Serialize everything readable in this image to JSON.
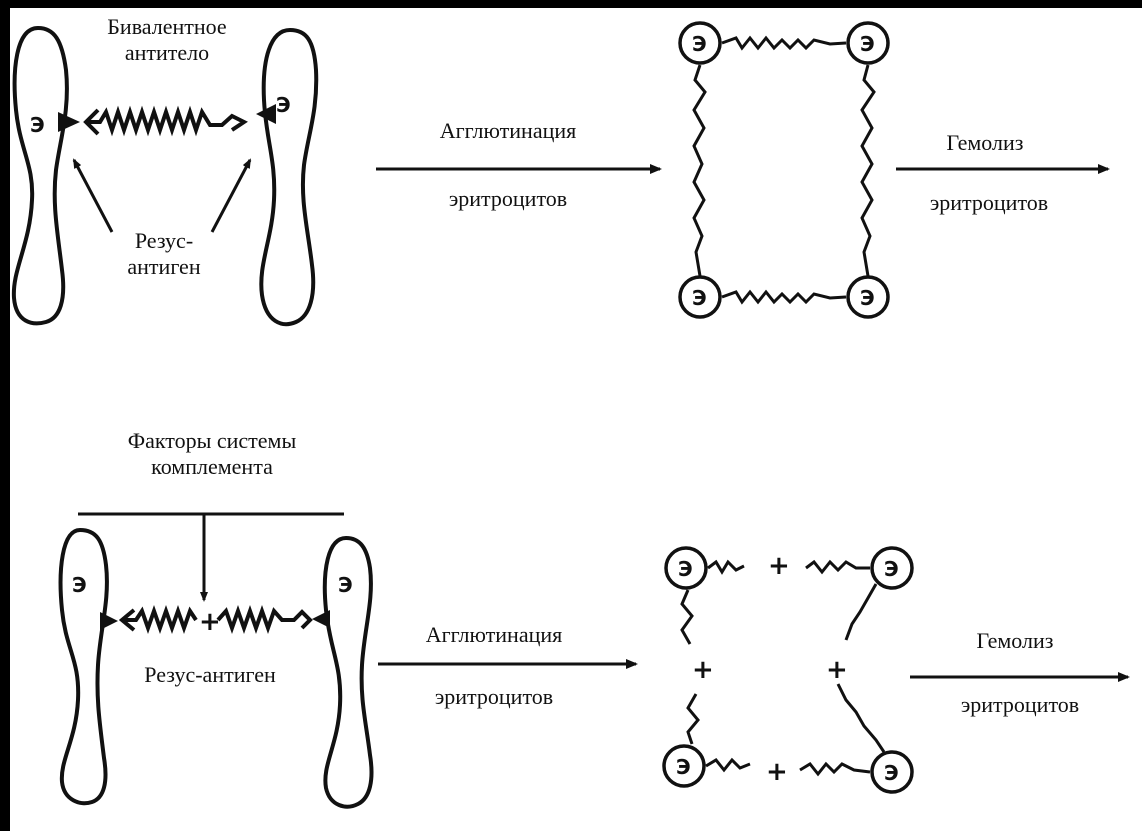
{
  "labels": {
    "bivalent_antibody": "Бивалентное\nантитело",
    "rhesus_antigen_top": "Резус-\nантиген",
    "agglutination_top": "Агглютинация",
    "erythrocytes_top": "эритроцитов",
    "hemolysis_top": "Гемолиз",
    "hemolysis_erythrocytes_top": "эритроцитов",
    "complement_factors": "Факторы системы\nкомплемента",
    "rhesus_antigen_bottom": "Резус-антиген",
    "agglutination_bottom": "Агглютинация",
    "erythrocytes_bottom": "эритроцитов",
    "hemolysis_bottom": "Гемолиз",
    "hemolysis_erythrocytes_bottom": "эритроцитов"
  },
  "cell_symbol": "Э",
  "plus_symbol": "+",
  "colors": {
    "background": "#000000",
    "panel": "#ffffff",
    "ink": "#111111"
  }
}
